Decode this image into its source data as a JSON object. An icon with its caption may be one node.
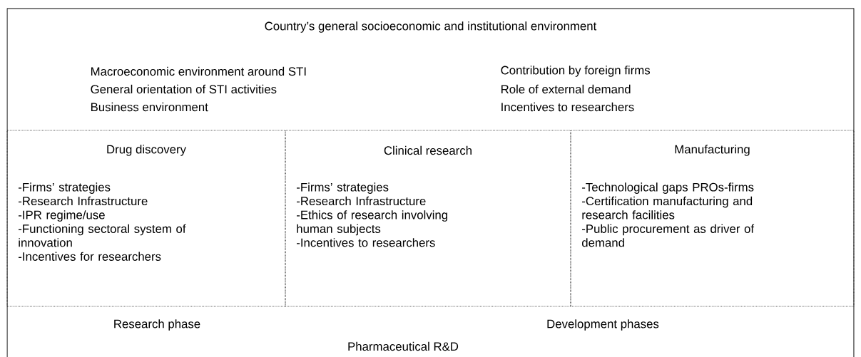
{
  "diagram": {
    "nodes": [
      {
        "text": [
          "Country’s general socioeconomic and institutional environment",
          "Pharmaceutical R&D"
        ]
      },
      {
        "text": [
          "Drug discovery",
          "-Firms’ strategies",
          "-Research Infrastructure",
          "-IPR regime/use",
          "-Functioning sectoral system of innovation",
          "-Incentives for researchers"
        ],
        "in": 0
      },
      {
        "text": [
          "Clinical research",
          "-Firms’ strategies",
          "-Research Infrastructure",
          "-Ethics of research involving human subjects",
          "-Incentives to researchers"
        ],
        "in": 0
      },
      {
        "text": [
          "Manufacturing",
          "-Technological gaps PROs-firms",
          "-Certification manufacturing and research facilities",
          "-Public procurement as driver of demand"
        ],
        "in": 0
      }
    ],
    "labels": [
      "Macroeconomic environment around STI",
      "Contribution by foreign firms",
      "General orientation of STI activities",
      "Role of external demand",
      "Business environment",
      "Incentives to researchers",
      "Research phase",
      "Development phases"
    ]
  }
}
